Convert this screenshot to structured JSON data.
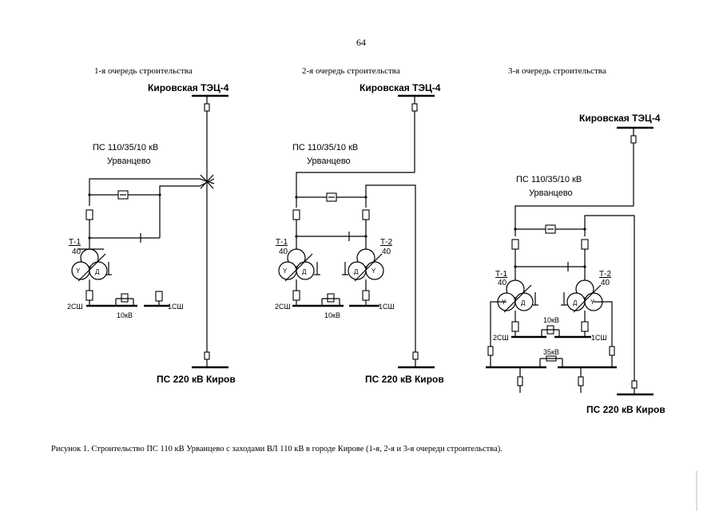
{
  "page_number": "64",
  "stage_titles": [
    "1-я очередь строительства",
    "2-я очередь строительства",
    "3-я очередь строительства"
  ],
  "source_label": "Кировская ТЭЦ-4",
  "substation_label_line1": "ПС 110/35/10 кВ",
  "substation_label_line2": "Урванцево",
  "dest_label": "ПС 220 кВ Киров",
  "t1_label": "Т-1",
  "t2_label": "Т-2",
  "rating": "40",
  "bus_2sh": "2СШ",
  "bus_1sh": "1СШ",
  "kv10": "10кВ",
  "kv35": "35кВ",
  "winding_mark": "Д",
  "caption": "Рисунок 1. Строительство ПС 110 кВ Урванцево с заходами ВЛ 110 кВ в городе Кирове (1-я, 2-я и 3-я очереди строительства).",
  "colors": {
    "ink": "#000000",
    "paper": "#ffffff"
  }
}
